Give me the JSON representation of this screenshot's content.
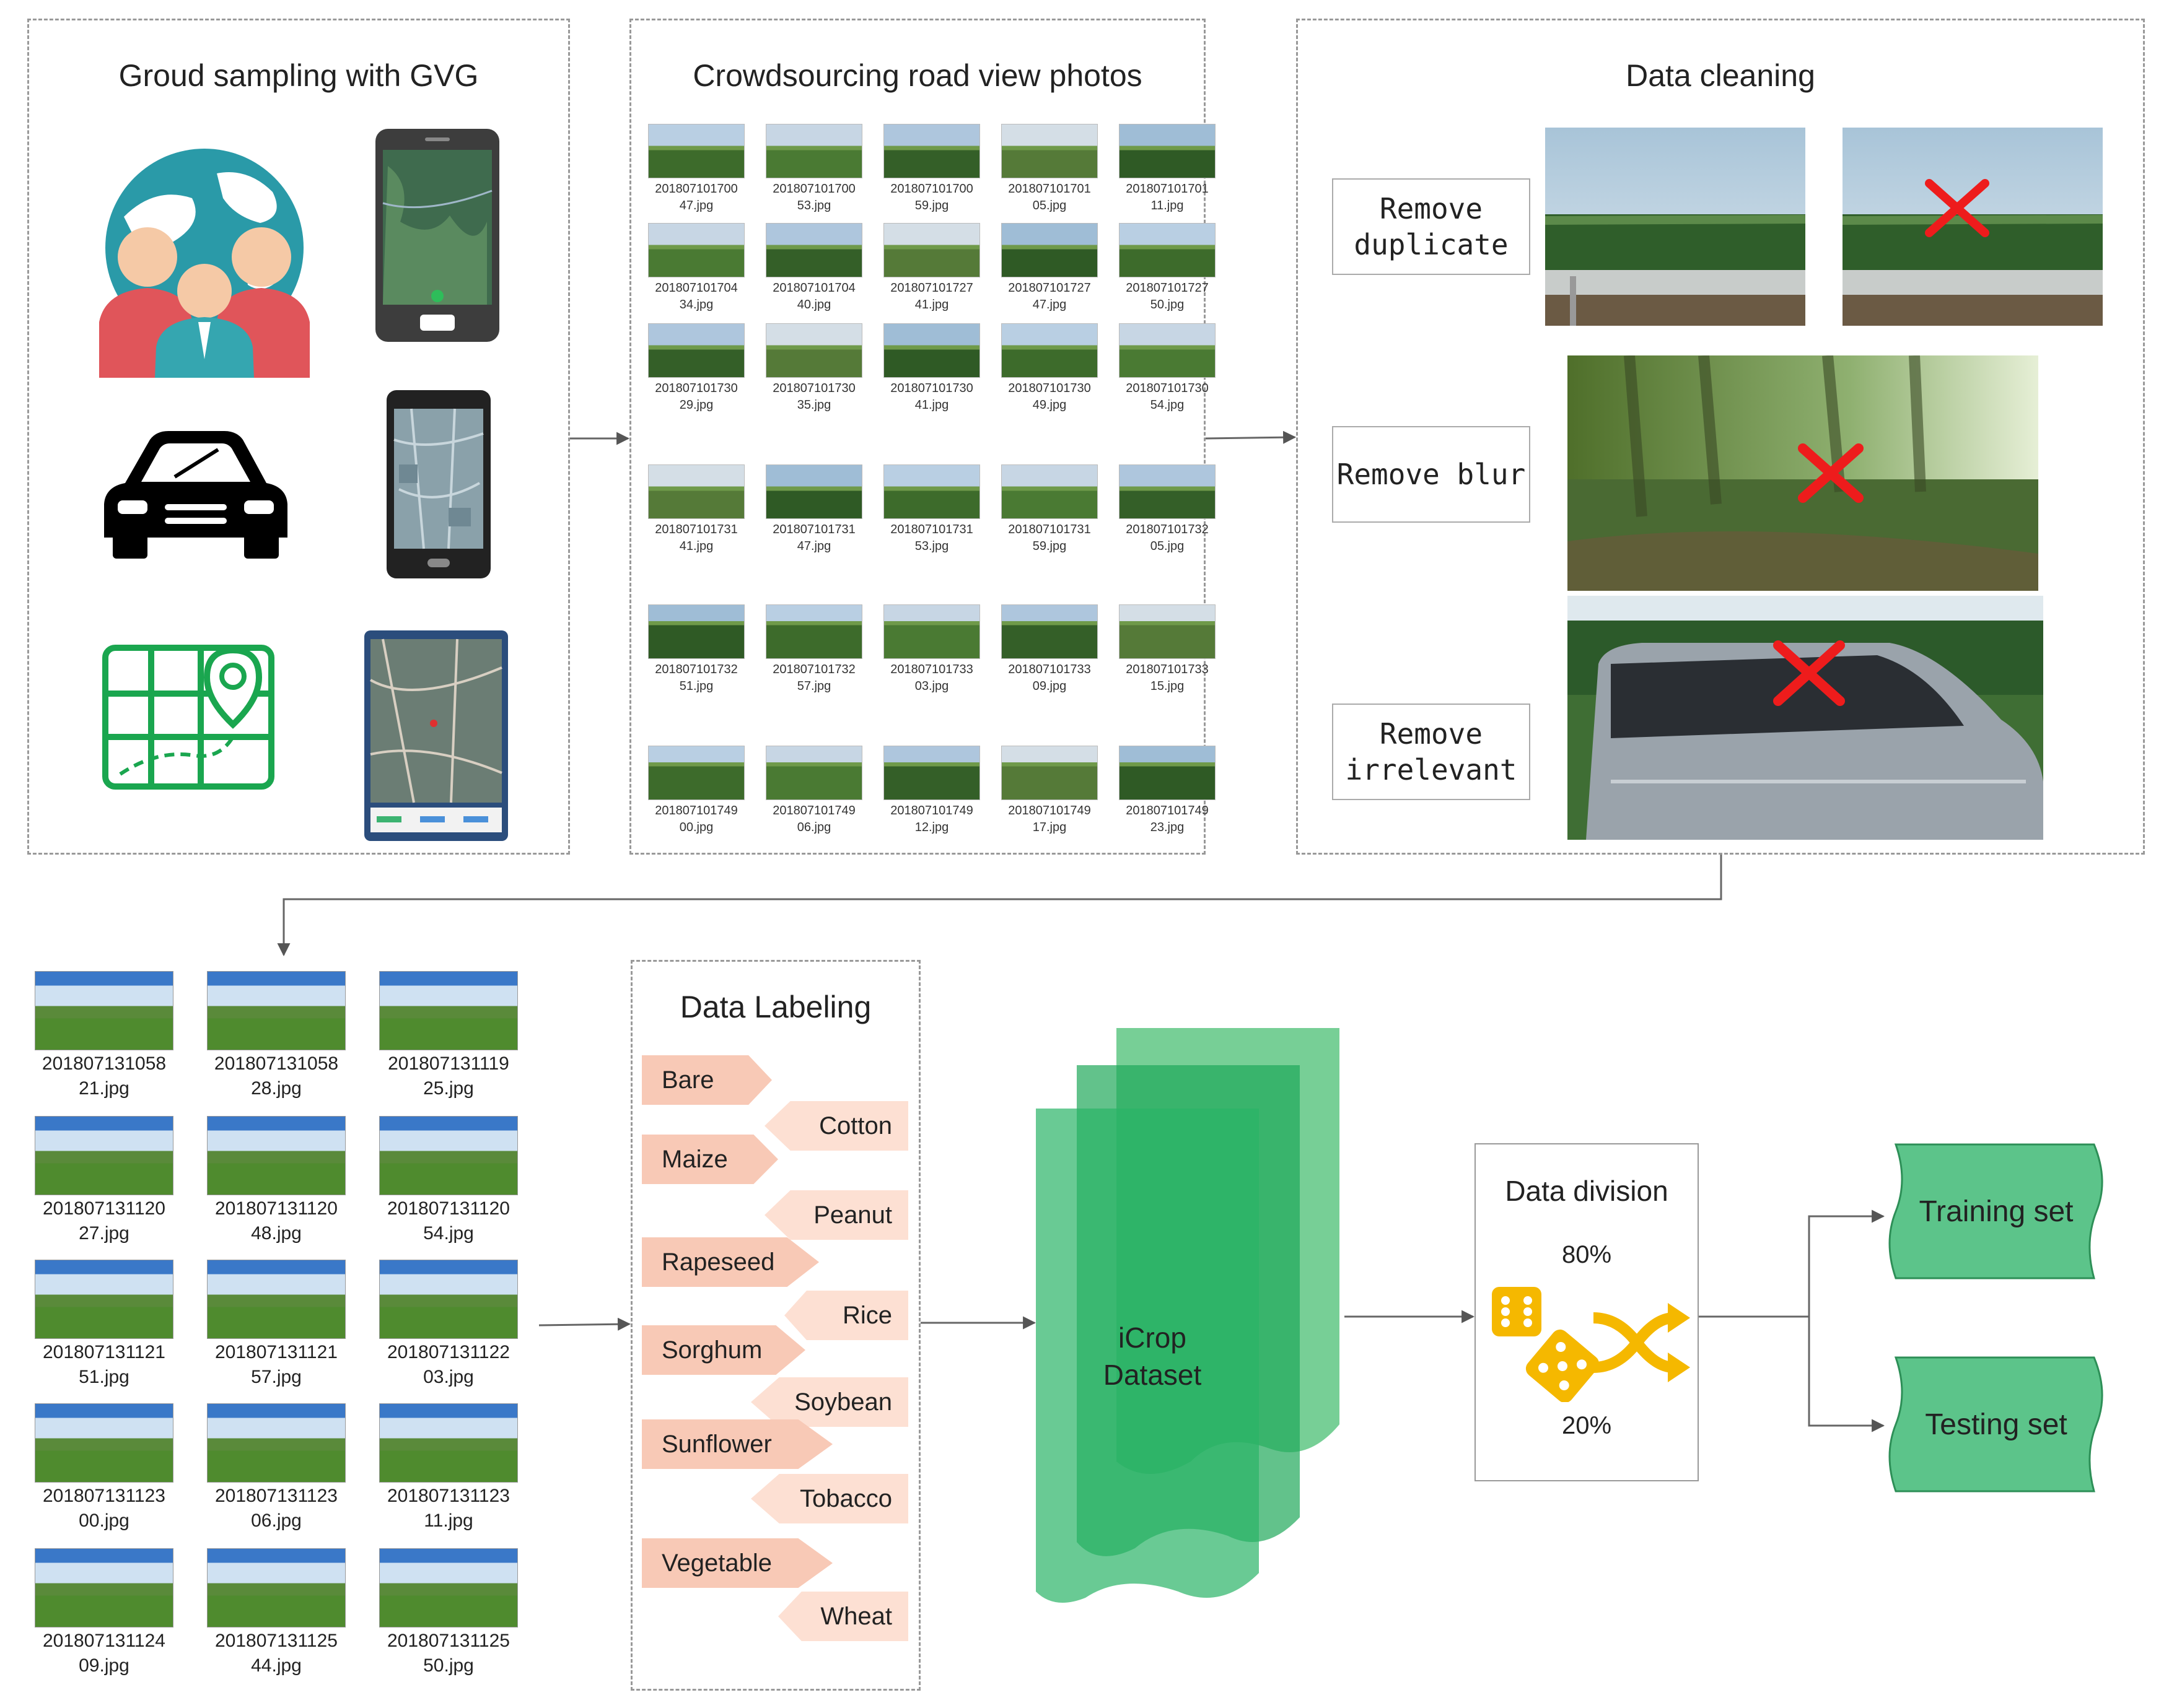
{
  "panels": {
    "sampling": {
      "title": "Groud sampling with GVG"
    },
    "crowdsourcing": {
      "title": "Crowdsourcing road view photos",
      "grid_captions": [
        [
          "201807101700\n47.jpg",
          "201807101700\n53.jpg",
          "201807101700\n59.jpg",
          "201807101701\n05.jpg",
          "201807101701\n11.jpg"
        ],
        [
          "201807101704\n34.jpg",
          "201807101704\n40.jpg",
          "201807101727\n41.jpg",
          "201807101727\n47.jpg",
          "201807101727\n50.jpg"
        ],
        [
          "201807101730\n29.jpg",
          "201807101730\n35.jpg",
          "201807101730\n41.jpg",
          "201807101730\n49.jpg",
          "201807101730\n54.jpg"
        ],
        [
          "201807101731\n41.jpg",
          "201807101731\n47.jpg",
          "201807101731\n53.jpg",
          "201807101731\n59.jpg",
          "201807101732\n05.jpg"
        ],
        [
          "201807101732\n51.jpg",
          "201807101732\n57.jpg",
          "201807101733\n03.jpg",
          "201807101733\n09.jpg",
          "201807101733\n15.jpg"
        ],
        [
          "201807101749\n00.jpg",
          "201807101749\n06.jpg",
          "201807101749\n12.jpg",
          "201807101749\n17.jpg",
          "201807101749\n23.jpg"
        ]
      ]
    },
    "cleaning": {
      "title": "Data cleaning",
      "steps": [
        "Remove\nduplicate",
        "Remove blur",
        "Remove\nirrelevant"
      ]
    },
    "labeling": {
      "title": "Data Labeling",
      "labels": [
        "Bare",
        "Cotton",
        "Maize",
        "Peanut",
        "Rapeseed",
        "Rice",
        "Sorghum",
        "Soybean",
        "Sunflower",
        "Tobacco",
        "Vegetable",
        "Wheat"
      ]
    }
  },
  "labeled_photos": [
    [
      "201807131058\n21.jpg",
      "201807131058\n28.jpg",
      "201807131119\n25.jpg"
    ],
    [
      "201807131120\n27.jpg",
      "201807131120\n48.jpg",
      "201807131120\n54.jpg"
    ],
    [
      "201807131121\n51.jpg",
      "201807131121\n57.jpg",
      "201807131122\n03.jpg"
    ],
    [
      "201807131123\n00.jpg",
      "201807131123\n06.jpg",
      "201807131123\n11.jpg"
    ],
    [
      "201807131124\n09.jpg",
      "201807131125\n44.jpg",
      "201807131125\n50.jpg"
    ]
  ],
  "dataset": {
    "label": "iCrop\nDataset"
  },
  "division": {
    "title": "Data division",
    "train_pct": "80%",
    "test_pct": "20%"
  },
  "sets": {
    "training": "Training set",
    "testing": "Testing set"
  },
  "colors": {
    "green": "#1aa64f",
    "tag_right": "#f8c9b6",
    "tag_left": "#fde0d3",
    "dice": "#f5b800",
    "cross": "#ee1c1c"
  }
}
